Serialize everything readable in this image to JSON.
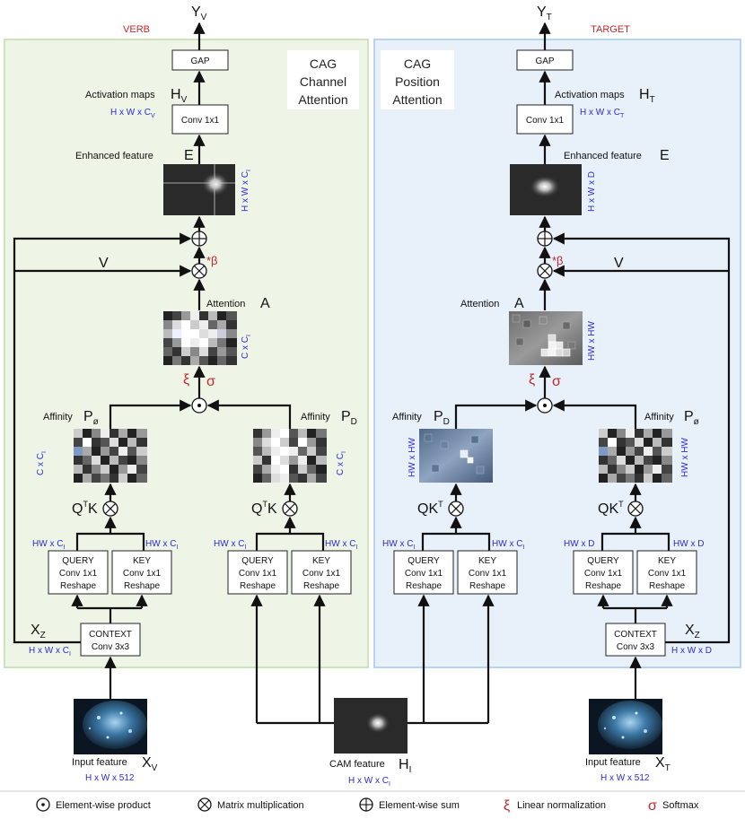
{
  "colors": {
    "accent_red": "#c0282b",
    "dim_blue": "#2b2bd8",
    "verb_panel": "#eef5e6",
    "target_panel": "#e8f0fa"
  },
  "verb_branch": {
    "header": "VERB",
    "panel_title": [
      "CAG",
      "Channel",
      "Attention"
    ],
    "output": {
      "base": "Y",
      "sub": "V"
    },
    "gap": "GAP",
    "activation": {
      "label": "Activation maps",
      "sym": "H",
      "sub": "V",
      "dims": "H x W x C",
      "dims_sub": "V"
    },
    "conv": "Conv 1x1",
    "enhanced": {
      "label": "Enhanced feature",
      "sym": "E",
      "dims": "H x W x C",
      "dims_sub": "I"
    },
    "beta": "*β",
    "v": "V",
    "attention": {
      "label": "Attention",
      "sym": "A",
      "dims": "C x C",
      "dims_sub": "I"
    },
    "xi": "ξ",
    "sigma": "σ",
    "affinity_left": {
      "label": "Affinity",
      "sym": "P",
      "sub": "ø",
      "dims": "C x C",
      "dims_sub": "I"
    },
    "affinity_right": {
      "label": "Affinity",
      "sym": "P",
      "sub": "D",
      "dims": "C x C",
      "dims_sub": "I"
    },
    "qk_left": {
      "base": "Q",
      "sup": "T",
      "rest": "K"
    },
    "qk_right": {
      "base": "Q",
      "sup": "T",
      "rest": "K"
    },
    "dims_hwc": "HW x C",
    "dims_hwc_sub": "I",
    "query": [
      "QUERY",
      "Conv 1x1",
      "Reshape"
    ],
    "key": [
      "KEY",
      "Conv 1x1",
      "Reshape"
    ],
    "context": [
      "CONTEXT",
      "Conv 3x3"
    ],
    "xz": {
      "base": "X",
      "sub": "Z",
      "dims": "H x W x C",
      "dims_sub": "I"
    },
    "input": {
      "label": "Input feature",
      "sym": "X",
      "sub": "V",
      "dims": "H x W x 512"
    }
  },
  "target_branch": {
    "header": "TARGET",
    "panel_title": [
      "CAG",
      "Position",
      "Attention"
    ],
    "output": {
      "base": "Y",
      "sub": "T"
    },
    "gap": "GAP",
    "activation": {
      "label": "Activation maps",
      "sym": "H",
      "sub": "T",
      "dims": "H x W x C",
      "dims_sub": "T"
    },
    "conv": "Conv 1x1",
    "enhanced": {
      "label": "Enhanced feature",
      "sym": "E",
      "dims": "H x W x D"
    },
    "beta": "*β",
    "v": "V",
    "attention": {
      "label": "Attention",
      "sym": "A",
      "dims": "HW x HW"
    },
    "xi": "ξ",
    "sigma": "σ",
    "affinity_left": {
      "label": "Affinity",
      "sym": "P",
      "sub": "D",
      "dims": "HW x HW"
    },
    "affinity_right": {
      "label": "Affinity",
      "sym": "P",
      "sub": "ø",
      "dims": "HW x HW"
    },
    "qk_left": {
      "base": "QK",
      "sup": "T"
    },
    "qk_right": {
      "base": "QK",
      "sup": "T"
    },
    "dims_hwc": "HW x C",
    "dims_hwc_sub": "I",
    "dims_hwd": "HW x D",
    "query": [
      "QUERY",
      "Conv 1x1",
      "Reshape"
    ],
    "key": [
      "KEY",
      "Conv 1x1",
      "Reshape"
    ],
    "context": [
      "CONTEXT",
      "Conv 3x3"
    ],
    "xz": {
      "base": "X",
      "sub": "Z",
      "dims": "H x W x D"
    },
    "input": {
      "label": "Input feature",
      "sym": "X",
      "sub": "T",
      "dims": "H x W x 512"
    }
  },
  "cam": {
    "label": "CAM feature",
    "sym": "H",
    "sub": "I",
    "dims": "H x W x C",
    "dims_sub": "I"
  },
  "legend": {
    "items": [
      {
        "icon": "element-wise-product-icon",
        "label": "Element-wise product"
      },
      {
        "icon": "matrix-multiplication-icon",
        "label": "Matrix multiplication"
      },
      {
        "icon": "element-wise-sum-icon",
        "label": "Element-wise sum"
      },
      {
        "icon": "linear-normalization-icon",
        "symbol": "ξ",
        "label": "Linear normalization"
      },
      {
        "icon": "softmax-icon",
        "symbol": "σ",
        "label": "Softmax"
      }
    ]
  }
}
